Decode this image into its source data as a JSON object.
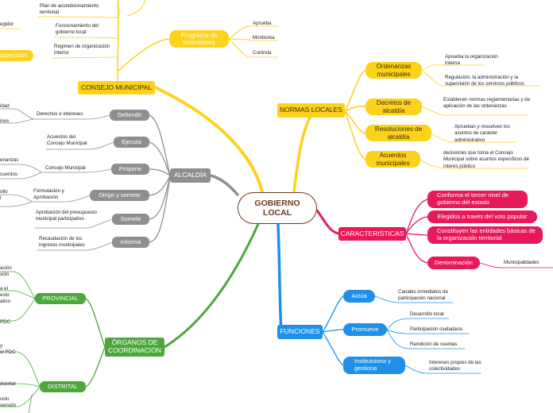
{
  "center": "GOBIERNO LOCAL",
  "normas": {
    "label": "NORMAS LOCALES",
    "ordenanzas": "Ordenanzas municipales",
    "ordenanzas_leaf1": "Aprueba la organización interna",
    "ordenanzas_leaf2": "Regulación, la administración y la supervisión de los servicios públicos",
    "decretos": "Decretos de alcaldía",
    "decretos_leaf": "Establecen normas reglamentarias y de aplicación de las ordenanzas",
    "resoluciones": "Resoluciones de alcaldía",
    "resoluciones_leaf": "Aprueban y resuelven los asuntos de carácter administrativo",
    "acuerdos": "Acuerdos municipales",
    "acuerdos_leaf": "decisiones que toma el Concejo Municipal sobre asuntos específicos de interés público"
  },
  "caracteristicas": {
    "label": "CARACTERISTICAS",
    "item1": "Conforma el tercer nivel de gobierno del estado",
    "item2": "Elegidos a través del voto popular",
    "item3": "Constituyen las entidades básicas de la organización territorial",
    "item4": "Denominación",
    "item4_leaf": "Municipalidades"
  },
  "funciones": {
    "label": "FUNCIONES",
    "actua": "Actúa",
    "actua_leaf": "Canales inmediatos de participación nacional",
    "promueve": "Promueve",
    "promueve_leaf1": "Desarrollo local",
    "promueve_leaf2": "Participación ciudadana",
    "promueve_leaf3": "Rendición de cuentas",
    "institu": "Institutciona y gestiona",
    "institu_leaf": "Intereses propios de las colectividades"
  },
  "alcaldia": {
    "label": "ALCALDÍA",
    "defiende": "Defiende",
    "defiende_leaf": "Derechos e intereses",
    "ejecuta": "Ejecuta",
    "ejecuta_leaf": "Acuerdos del Concejo Municipal",
    "propone": "Propone",
    "propone_leaf": "Concejo Municipal",
    "dirige": "Dirige y somete",
    "dirige_leaf": "Formulación y Aprobación",
    "somete": "Somete",
    "somete_leaf": "Aprobación del presupuesto municipal participativo",
    "informa": "Informa",
    "informa_leaf": "Recaudación de los ingresos municipales",
    "frag1": "idad",
    "frag2": "inos",
    "frag3": "enanzas",
    "frag4": "cuerdos",
    "frag5": "ollo",
    "frag6": "l"
  },
  "concejo": {
    "label": "CONSEJO MUNICIPAL",
    "programa": "Programa de inversiones",
    "programa_leaf1": "Aprueba",
    "programa_leaf2": "Monitorea",
    "programa_leaf3": "Controla",
    "leaf1": "Plan de acondicionamiento territorial",
    "leaf2": "Funcionamiento del gobierno local",
    "leaf3": "Regimen de organización interior",
    "frag_regidor": "egidor",
    "frag_suspension": "uspensión"
  },
  "organos": {
    "label": "ÓRGANOS DE COORDINACIÓN",
    "provincial": "PROVINCIAL",
    "distrital": "DISTRITAL",
    "frag1": "ación",
    "frag2": "sión",
    "frag3": "a el",
    "frag4": "esto",
    "frag5": "ativo",
    "frag6": "PDC",
    "frag7": "y",
    "frag8": "el PDC",
    "frag9": "distrital",
    "frag10": "ción",
    "frag11": "versión"
  },
  "colors": {
    "yellow": "#fcd21c",
    "gray": "#8f8f8f",
    "pink": "#e8195a",
    "blue": "#1e90e8",
    "green": "#4ca83a",
    "brown": "#6b3b1f"
  }
}
